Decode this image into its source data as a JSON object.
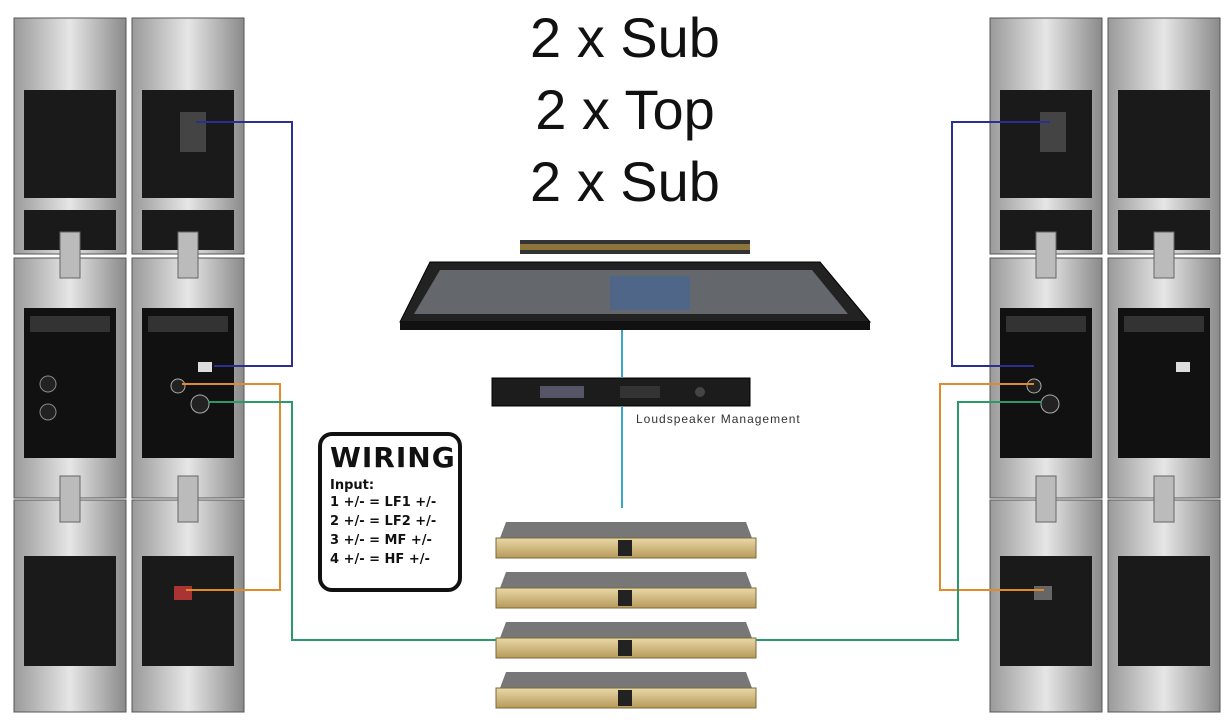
{
  "title": {
    "lines": [
      "2 x Sub",
      "2 x Top",
      "2 x Sub"
    ]
  },
  "processor": {
    "label": "Loudspeaker Management"
  },
  "wiring": {
    "heading": "WIRING",
    "subheading": "Input:",
    "lines": [
      "1 +/- = LF1 +/-",
      "2 +/- = LF2 +/-",
      "3 +/- = MF +/-",
      "4 +/- = HF +/-"
    ]
  },
  "colors": {
    "sub_wire": "#2b2f8f",
    "top_wire": "#e08a2a",
    "mid_wire": "#2a9a6a",
    "signal_wire": "#3aa6c8"
  }
}
